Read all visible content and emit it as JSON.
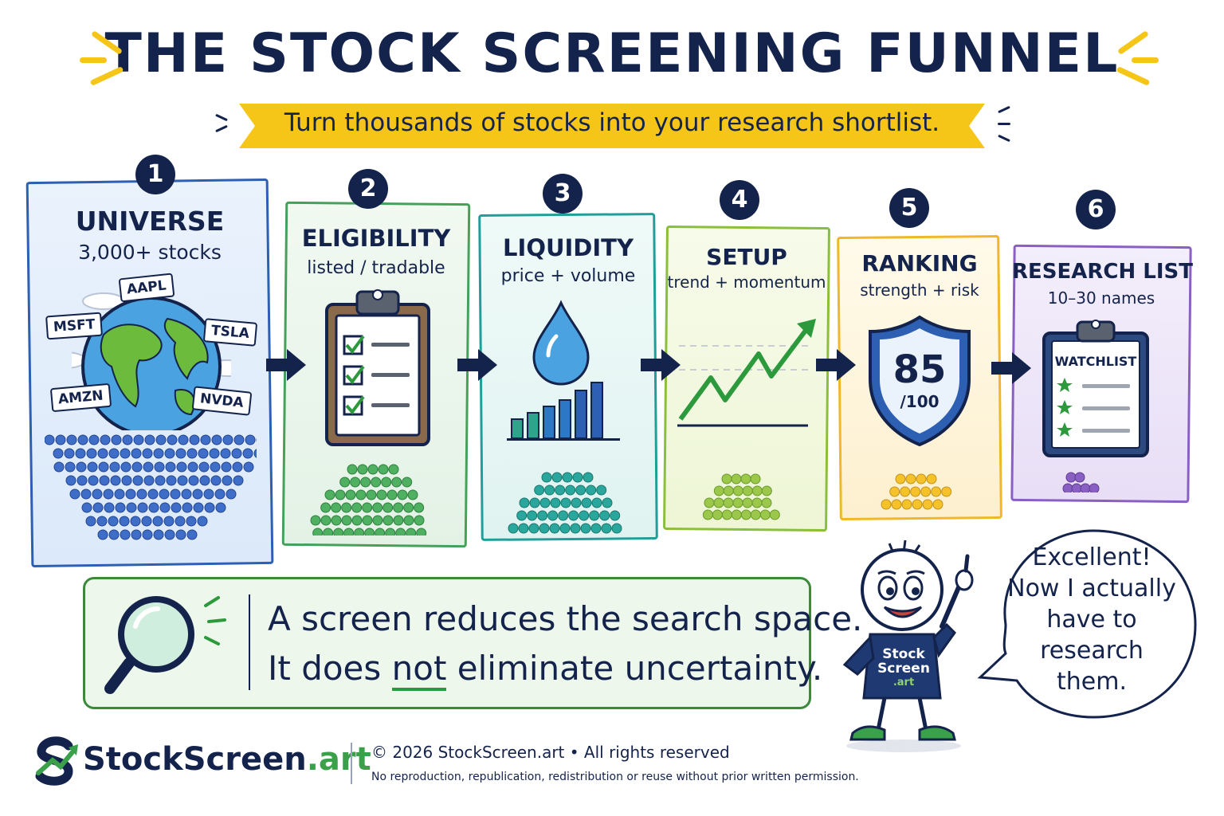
{
  "header": {
    "title": "THE STOCK SCREENING FUNNEL",
    "subtitle": "Turn thousands of stocks into your research shortlist."
  },
  "colors": {
    "navy": "#14234b",
    "yellow": "#f5c518",
    "green": "#3a8a3a",
    "blue": "#2d5fb3",
    "teal": "#1f9e9a",
    "lime": "#8bbf3a",
    "amber": "#f0b72a",
    "purple": "#8a5fc4"
  },
  "steps": [
    {
      "number": "1",
      "title": "UNIVERSE",
      "subtitle": "3,000+ stocks",
      "tickers": [
        "AAPL",
        "MSFT",
        "TSLA",
        "AMZN",
        "NVDA"
      ]
    },
    {
      "number": "2",
      "title": "ELIGIBILITY",
      "subtitle": "listed / tradable"
    },
    {
      "number": "3",
      "title": "LIQUIDITY",
      "subtitle": "price + volume"
    },
    {
      "number": "4",
      "title": "SETUP",
      "subtitle": "trend + momentum"
    },
    {
      "number": "5",
      "title": "RANKING",
      "subtitle": "strength + risk",
      "score": "85",
      "score_suffix": "/100"
    },
    {
      "number": "6",
      "title": "RESEARCH LIST",
      "subtitle": "10–30 names",
      "watchlist_label": "WATCHLIST"
    }
  ],
  "note": {
    "line1": "A screen reduces the search space.",
    "line2_before": "It does ",
    "line2_emph": "not",
    "line2_after": " eliminate uncertainty."
  },
  "mascot": {
    "shirt_line1": "Stock",
    "shirt_line2": "Screen",
    "shirt_line3": ".art",
    "speech_line1": "Excellent!",
    "speech_line2": "Now I actually",
    "speech_line3": "have to research",
    "speech_line4": "them."
  },
  "footer": {
    "brand_main": "StockScreen",
    "brand_suffix": ".art",
    "copyright": "© 2026 StockScreen.art • All rights reserved",
    "disclaimer": "No reproduction, republication, redistribution or reuse without prior written permission."
  }
}
